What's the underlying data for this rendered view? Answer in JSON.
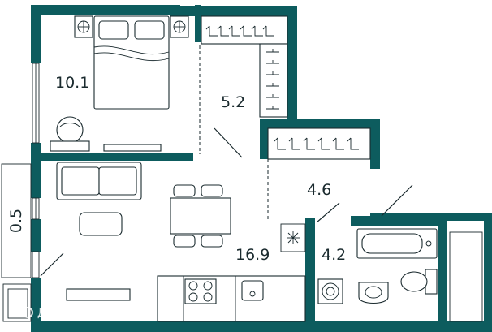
{
  "plan": {
    "wall_color": "#0d5c5e",
    "line_color": "#1a2a2e",
    "rooms": [
      {
        "id": "bedroom",
        "area": "10.1"
      },
      {
        "id": "closet",
        "area": "5.2"
      },
      {
        "id": "hall",
        "area": "4.6"
      },
      {
        "id": "living-kitchen",
        "area": "16.9"
      },
      {
        "id": "bathroom",
        "area": "4.2"
      },
      {
        "id": "balcony",
        "area": "0.5"
      }
    ],
    "icons": [
      "bed-icon",
      "wardrobe-hanger-icon",
      "sofa-icon",
      "dining-table-icon",
      "stove-icon",
      "sink-icon",
      "bathtub-icon",
      "toilet-icon",
      "washing-machine-icon",
      "armchair-icon",
      "ventilation-shaft-icon"
    ]
  },
  "watermark": {
    "text": "Домклик"
  }
}
